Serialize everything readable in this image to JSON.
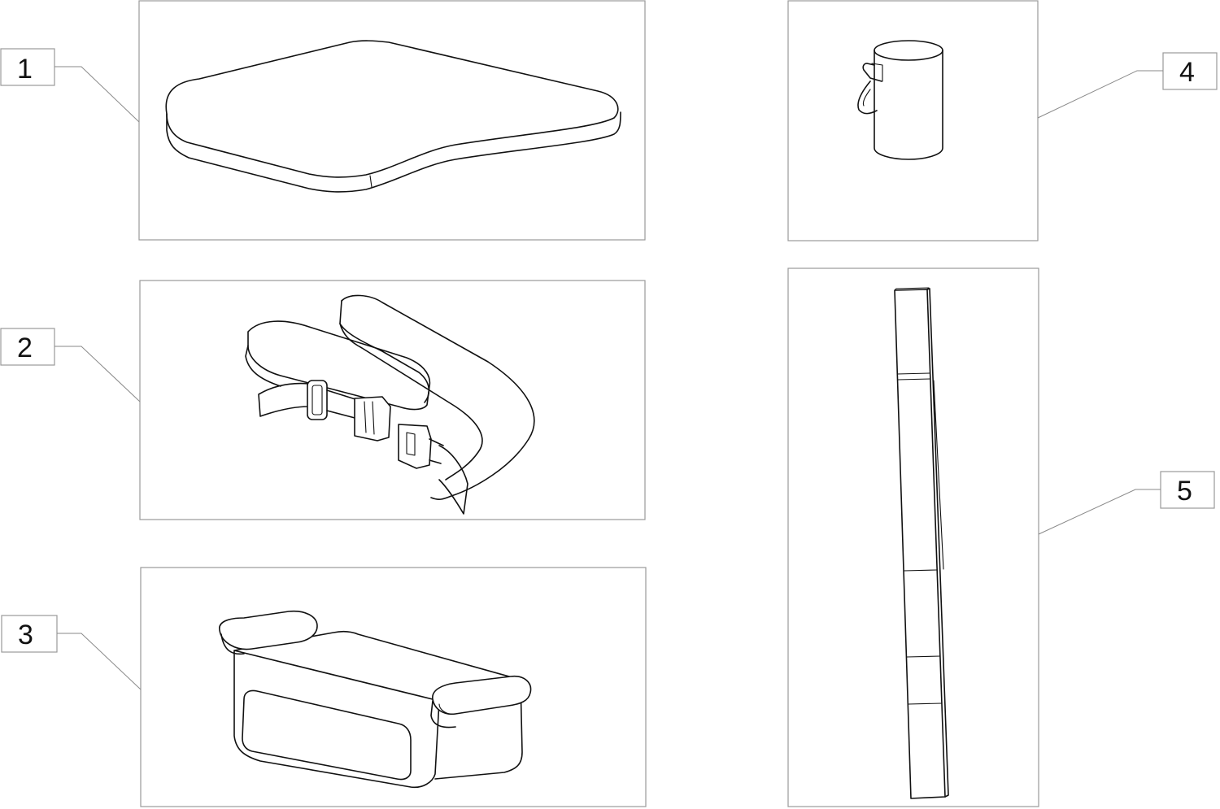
{
  "callouts": [
    {
      "label": "1",
      "part": "seat-cushion"
    },
    {
      "label": "2",
      "part": "positioning-belt"
    },
    {
      "label": "3",
      "part": "seat-cushion-with-bolsters"
    },
    {
      "label": "4",
      "part": "cylindrical-holder"
    },
    {
      "label": "5",
      "part": "strap-strip"
    }
  ],
  "colors": {
    "line": "#111111",
    "frame": "#9a9a9a",
    "background": "#ffffff"
  }
}
